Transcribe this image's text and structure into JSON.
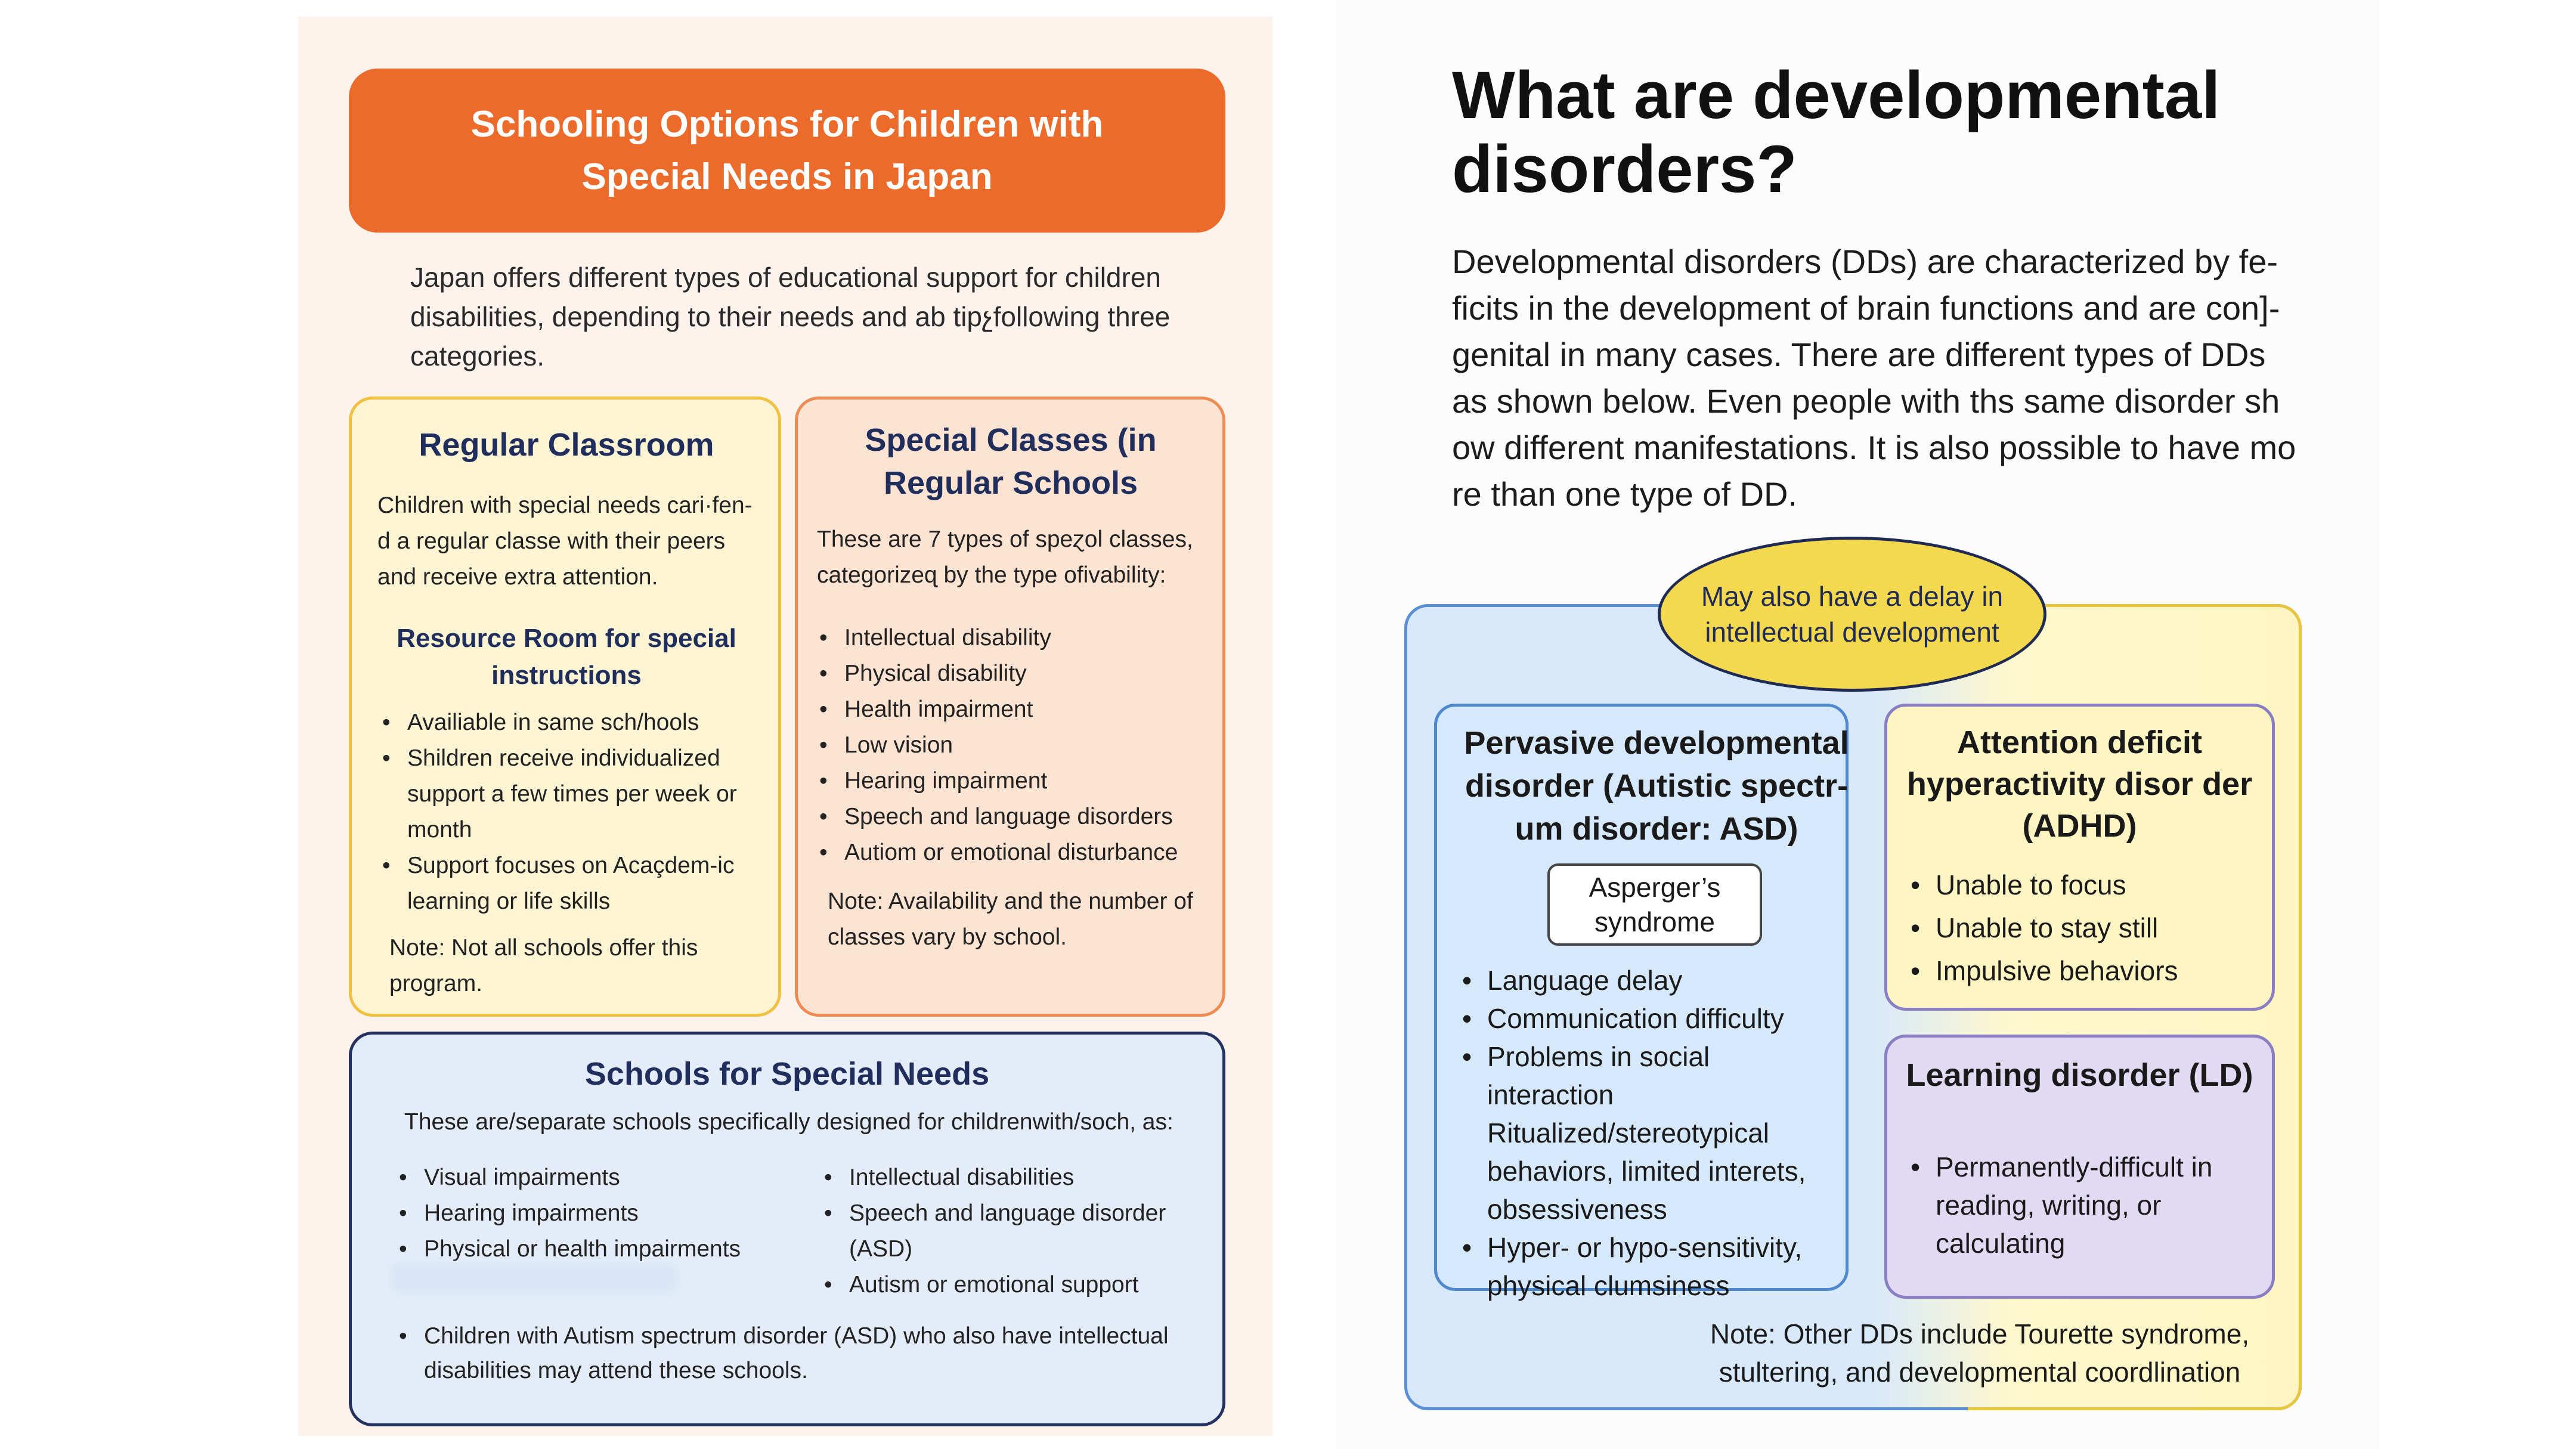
{
  "left": {
    "title": "Schooling Options for Children with Special Needs in Japan",
    "intro": "Japan offers different types of educational support for children disabilities, depending to their needs and ab tipչfollowing three categories.",
    "regular": {
      "heading": "Regular Classroom",
      "desc": "Children with special needs cari·fen-d a regular classe with their peers and receive extra attention.",
      "resource_heading": "Resource Room for special instructions",
      "items": [
        "Availiable in same sch/hools",
        "Shildren receive individualized support a few times per week or month",
        "Support focuses on Acaçdem-ic learning or life skills"
      ],
      "note": "Note: Not all schools offer this program."
    },
    "special": {
      "heading": "Special Classes (in Regular Schools",
      "desc": "These are 7 types of speɀol classes, categorizeɋ by the type ofivability:",
      "items": [
        "Intellectual disability",
        "Physical disability",
        "Health impairment",
        "Low vision",
        "Hearing impairment",
        "Speech and language disorders",
        "Autiom or emotional disturbance"
      ],
      "note": "Note: Availability and the number of classes vary by school."
    },
    "schools": {
      "heading": "Schools for Special Needs",
      "desc": "These are/separate schools specifically designed for childrenwith/soch, as:",
      "items_a": [
        "Visual impairments",
        "Hearing impairments",
        "Physical or health impairments"
      ],
      "items_b": [
        "Intellectual disabilities",
        "Speech and language disorder (ASD)",
        "Autism or emotional support"
      ],
      "footnote": "Children with Autism spectrum disorder (ASD) who also have intellectual disabilities may attend these schools."
    }
  },
  "right": {
    "title": "What are developmental disorders?",
    "body": "Developmental disorders (DDs) are characterized by fe-ficits in the development of brain functions and are con]-genital in many cases. There are different types of DDs as shown below. Even people with ths same disorder sh ow different manifestations. It is also possible to have mo re than one type of DD.",
    "intellectual": "May also have a delay in intellectual development",
    "asd": {
      "heading": "Pervasive developmental disorder (Autistic spectr-um disorder: ASD)",
      "asperger": "Asperger’s syndrome",
      "items": [
        "Language delay",
        "Communication difficulty",
        "Problems in social interaction Ritualized/stereotypical behaviors, limited interets, obsessiveness",
        "Hyper- or hypo-sensitivity, physical clumsiness"
      ]
    },
    "adhd": {
      "heading": "Attention deficit hyperactivity disor der (ADHD)",
      "items": [
        "Unable to focus",
        "Unable to stay still",
        "Impulsive behaviors"
      ]
    },
    "ld": {
      "heading": "Learning disorder (LD)",
      "items": [
        "Permanently-difficult in reading, writing, or calculating"
      ]
    },
    "note": "Note: Other DDs include Tourette syndrome, stultering, and developmental coordlination"
  },
  "colors": {
    "banner": "#ec6b2a",
    "regular_bg": "#fdf4d4",
    "special_bg": "#fde3d1",
    "schools_bg": "#e3ecf8",
    "asd_bg": "#d6e8fb",
    "adhd_bg": "#fef5c2",
    "ld_bg": "#e2daf3",
    "ellipse": "#f4d94e",
    "heading_navy": "#1f2e5c"
  }
}
